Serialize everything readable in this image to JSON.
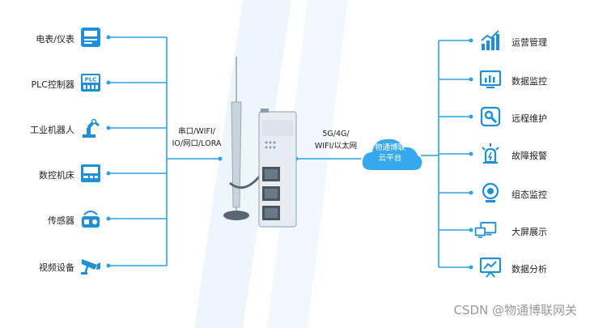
{
  "colors": {
    "accent": "#1ea0e6",
    "line": "#2aa3e8",
    "cloud": "#35a8ee"
  },
  "devices": [
    {
      "label": "电表/仪表",
      "icon": "meter-icon"
    },
    {
      "label": "PLC控制器",
      "icon": "plc-icon"
    },
    {
      "label": "工业机器人",
      "icon": "robot-arm-icon"
    },
    {
      "label": "数控机床",
      "icon": "cnc-machine-icon"
    },
    {
      "label": "传感器",
      "icon": "sensor-icon"
    },
    {
      "label": "视频设备",
      "icon": "camera-icon"
    }
  ],
  "plc_icon_text": "PLC",
  "left_protocol": {
    "line1": "串口/WIFI/",
    "line2": "IO/网口/LORA"
  },
  "right_protocol": {
    "line1": "5G/4G/",
    "line2": "WIFI/以太网"
  },
  "cloud": {
    "line1": "物通博联",
    "line2": "云平台"
  },
  "services": [
    {
      "label": "运营管理",
      "icon": "bar-chart-icon"
    },
    {
      "label": "数据监控",
      "icon": "monitor-chart-icon"
    },
    {
      "label": "远程维护",
      "icon": "wrench-icon"
    },
    {
      "label": "故障报警",
      "icon": "alarm-icon"
    },
    {
      "label": "组态监控",
      "icon": "webcam-icon"
    },
    {
      "label": "大屏展示",
      "icon": "screens-icon"
    },
    {
      "label": "数据分析",
      "icon": "analysis-icon"
    }
  ],
  "watermark": "CSDN @物通博联网关"
}
